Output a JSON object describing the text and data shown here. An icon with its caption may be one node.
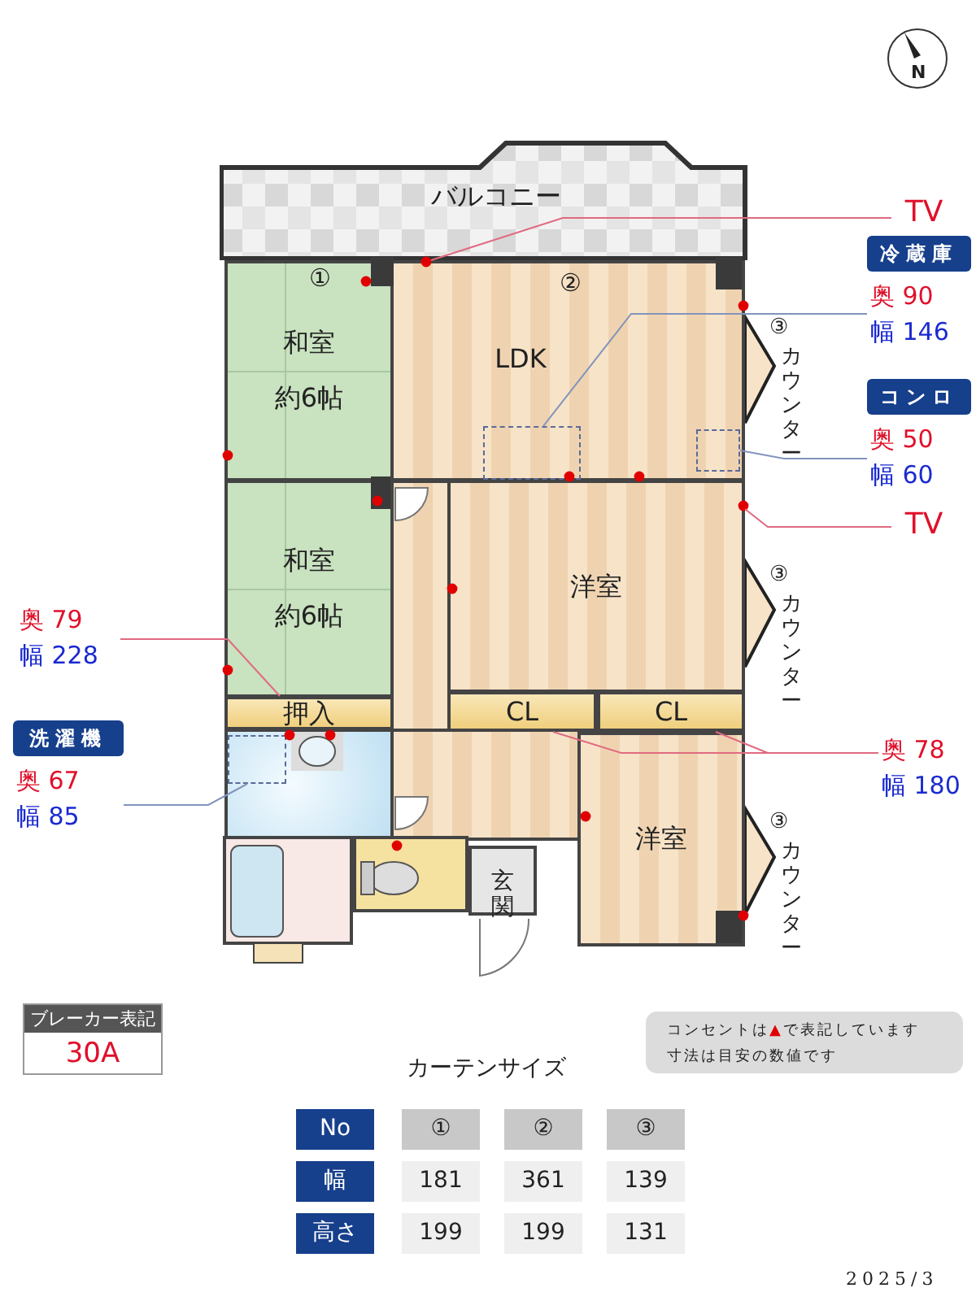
{
  "diagram": {
    "nodes": [
      {
        "text": [
          "バルコニー"
        ]
      },
      {
        "text": [
          "和室",
          "約6帖"
        ]
      },
      {
        "text": [
          "LDK"
        ]
      },
      {
        "text": [],
        "shape": "box",
        "in": 2
      },
      {
        "text": [],
        "shape": "box",
        "in": 2
      },
      {
        "text": [
          "和室",
          "約6帖"
        ]
      },
      {
        "text": [
          "洋室"
        ]
      },
      {
        "text": [
          "押入"
        ]
      },
      {
        "text": [
          "CL"
        ]
      },
      {
        "text": [
          "CL"
        ]
      },
      {
        "text": [],
        "shape": "box"
      },
      {
        "text": [
          "洋室"
        ]
      },
      {
        "text": [
          "玄関"
        ]
      },
      {
        "text": [
          "TV"
        ]
      },
      {
        "text": [
          "冷蔵庫",
          "奥 90",
          "幅 146"
        ]
      },
      {
        "text": [
          "コンロ",
          "奥 50",
          "幅 60"
        ]
      },
      {
        "text": [
          "TV"
        ]
      },
      {
        "text": [
          "奥 79",
          "幅 228"
        ]
      },
      {
        "text": [
          "洗濯機",
          "奥 67",
          "幅 85"
        ]
      },
      {
        "text": [
          "奥 78",
          "幅 180"
        ]
      },
      {
        "text": [
          "ブレーカー表記",
          "30A"
        ]
      }
    ],
    "edges": [
      {
        "from": 13,
        "to": 2,
        "arrow": "none"
      },
      {
        "from": 14,
        "to": 3,
        "arrow": "none",
        "color": "#8294bd"
      },
      {
        "from": 15,
        "to": 4,
        "arrow": "none",
        "color": "#8294bd"
      },
      {
        "from": 16,
        "to": 6,
        "arrow": "none"
      },
      {
        "from": 17,
        "to": 7,
        "arrow": "none"
      },
      {
        "from": 18,
        "to": 10,
        "arrow": "none",
        "color": "#8294bd"
      },
      {
        "from": 19,
        "to": 8,
        "arrow": "none"
      },
      {
        "from": 19,
        "to": 9,
        "arrow": "none"
      }
    ],
    "labels": [
      "N",
      "①",
      "②",
      "③",
      "カウンター",
      "③",
      "カウンター",
      "③",
      "カウンター",
      "コンセントは▲で表記しています",
      "寸法は目安の数値です",
      "カーテンサイズ",
      "No",
      "①",
      "②",
      "③",
      "幅",
      "181",
      "361",
      "139",
      "高さ",
      "199",
      "199",
      "131",
      "2025/3"
    ]
  }
}
